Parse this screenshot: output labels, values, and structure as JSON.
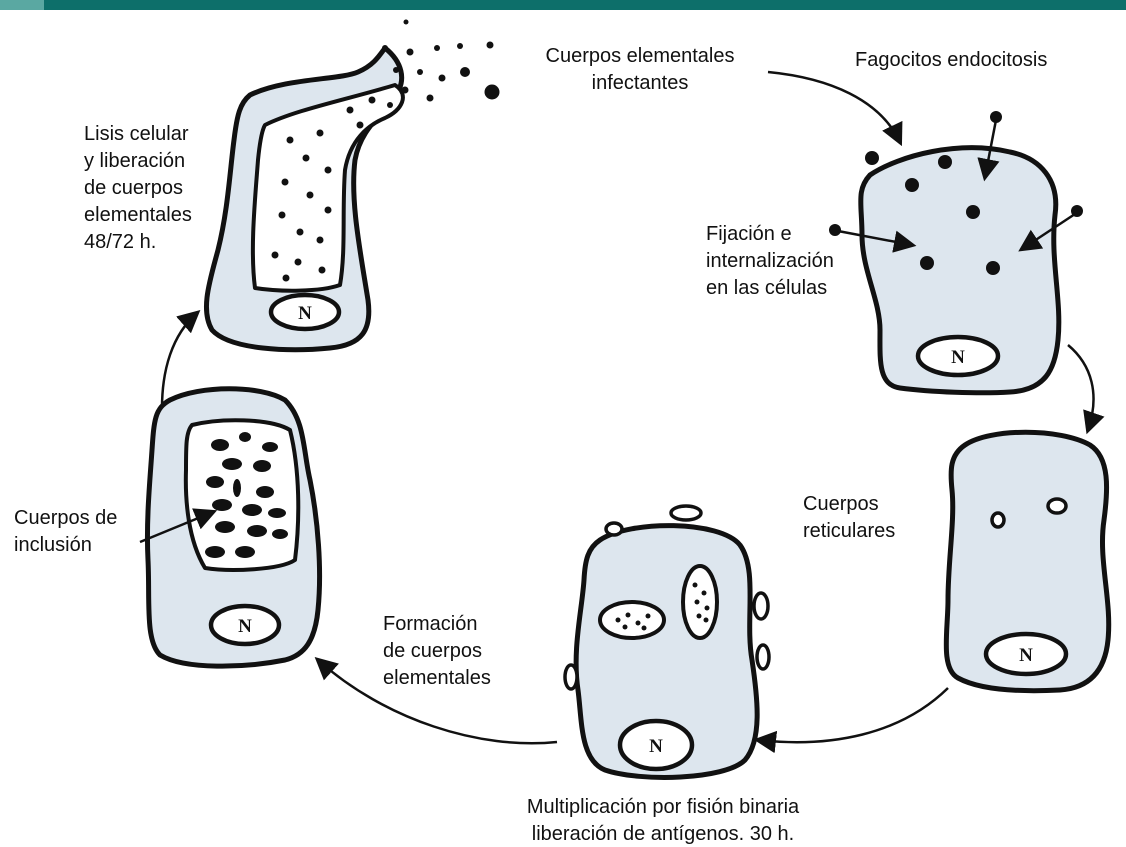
{
  "labels": {
    "cuerpos_elementales_1": "Cuerpos elementales",
    "cuerpos_elementales_2": "infectantes",
    "fagocitos": "Fagocitos endocitosis",
    "fijacion_1": "Fijación e",
    "fijacion_2": "internalización",
    "fijacion_3": "en las células",
    "reticulares_1": "Cuerpos",
    "reticulares_2": "reticulares",
    "multiplicacion_1": "Multiplicación por fisión binaria",
    "multiplicacion_2": "liberación de antígenos. 30 h.",
    "formacion_1": "Formación",
    "formacion_2": "de cuerpos",
    "formacion_3": "elementales",
    "inclusion_1": "Cuerpos de",
    "inclusion_2": "inclusión",
    "lisis_1": "Lisis celular",
    "lisis_2": "y liberación",
    "lisis_3": "de cuerpos",
    "lisis_4": "elementales",
    "lisis_5": "48/72 h."
  },
  "nucleus_label": "N",
  "colors": {
    "cell_fill": "#dde6ee",
    "outline": "#111111",
    "header_bar": "#0d6f6a",
    "header_tab": "#5aa8a2"
  }
}
